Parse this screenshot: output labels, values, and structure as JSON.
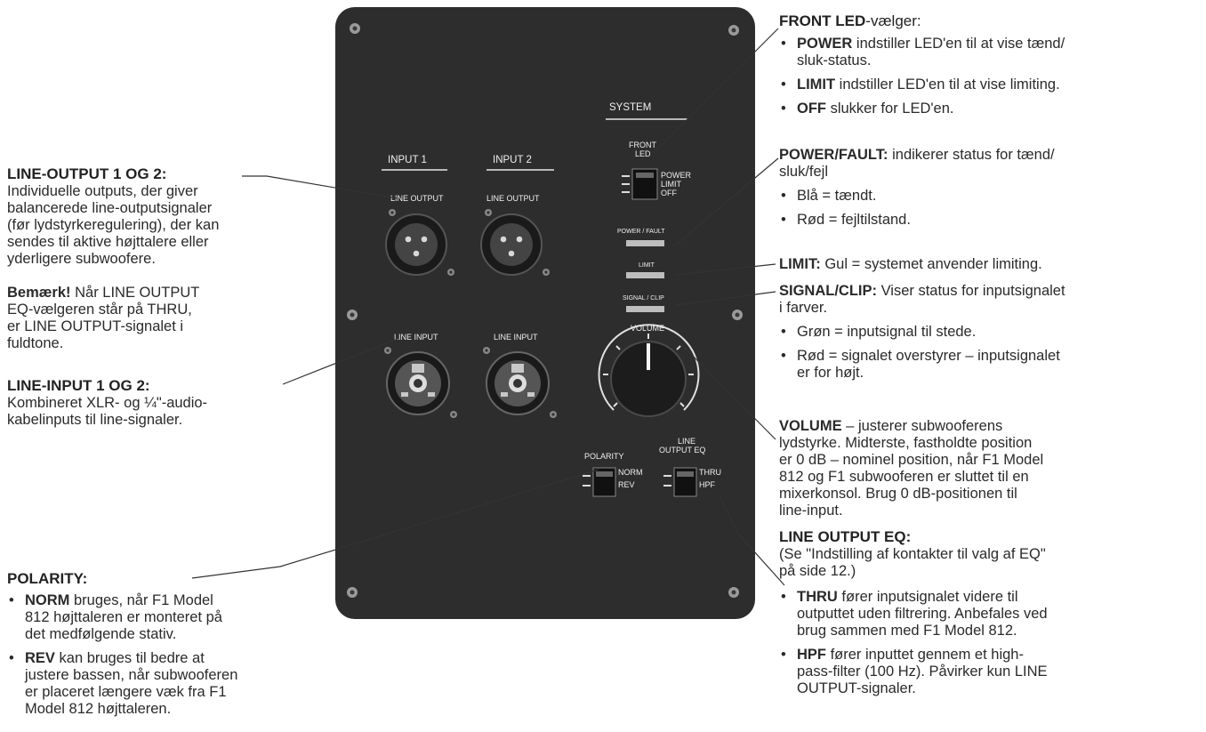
{
  "panel": {
    "system_label": "SYSTEM",
    "input1_label": "INPUT 1",
    "input2_label": "INPUT 2",
    "line_output_label_1": "LINE OUTPUT",
    "line_output_label_2": "LINE OUTPUT",
    "line_input_label_1": "LINE INPUT",
    "line_input_label_2": "LINE INPUT",
    "front_led_label_1": "FRONT",
    "front_led_label_2": "LED",
    "front_led_options": [
      "POWER",
      "LIMIT",
      "OFF"
    ],
    "power_fault_label": "POWER / FAULT",
    "limit_label": "LIMIT",
    "signal_clip_label": "SIGNAL / CLIP",
    "volume_label": "VOLUME",
    "polarity_label": "POLARITY",
    "polarity_options": [
      "NORM",
      "REV"
    ],
    "line_output_eq_label_1": "LINE",
    "line_output_eq_label_2": "OUTPUT EQ",
    "line_output_eq_options": [
      "THRU",
      "HPF"
    ]
  },
  "left": {
    "line_output": {
      "title": "LINE-OUTPUT 1 OG 2:",
      "body": [
        "Individuelle outputs, der giver",
        "balancerede line-outputsignaler",
        "(før lydstyrkeregulering), der kan",
        "sendes til aktive højttalere eller",
        "yderligere subwoofere."
      ]
    },
    "note": {
      "bold": "Bemærk!",
      "lines": [
        " Når LINE OUTPUT",
        "EQ-vælgeren står på THRU,",
        "er LINE OUTPUT-signalet i",
        "fuldtone."
      ]
    },
    "line_input": {
      "title": "LINE-INPUT 1 OG 2:",
      "body": [
        "Kombineret XLR- og ¼\"-audio-",
        "kabelinputs til line-signaler."
      ]
    },
    "polarity": {
      "title": "POLARITY:",
      "b1_bold": "NORM",
      "b1_lines": [
        " bruges, når F1 Model",
        "812 højttaleren er monteret på",
        "det medfølgende stativ."
      ],
      "b2_bold": "REV",
      "b2_lines": [
        " kan bruges til bedre at",
        "justere bassen, når subwooferen",
        "er placeret længere væk fra F1",
        "Model 812 højttaleren."
      ]
    }
  },
  "right": {
    "front_led": {
      "title_bold": "FRONT LED",
      "title_rest": "-vælger:",
      "b1_bold": "POWER",
      "b1_lines": [
        " indstiller LED'en til at vise tænd/",
        "sluk-status."
      ],
      "b2_bold": "LIMIT",
      "b2_rest": " indstiller LED'en til at vise limiting.",
      "b3_bold": "OFF",
      "b3_rest": " slukker for LED'en."
    },
    "power_fault": {
      "title_bold": "POWER/FAULT:",
      "lines": [
        " indikerer status for tænd/",
        "sluk/fejl"
      ],
      "b1": "Blå = tændt.",
      "b2": "Rød = fejltilstand."
    },
    "limit": {
      "title_bold": "LIMIT:",
      "rest": " Gul = systemet anvender limiting."
    },
    "signal_clip": {
      "title_bold": "SIGNAL/CLIP:",
      "lines": [
        " Viser status for inputsignalet",
        "i farver."
      ],
      "b1": "Grøn = inputsignal til stede.",
      "b2_lines": [
        "Rød = signalet overstyrer – inputsignalet",
        "er for højt."
      ]
    },
    "volume": {
      "title_bold": "VOLUME",
      "lines": [
        " – justerer subwooferens",
        " lydstyrke. Midterste, fastholdte position",
        "er 0 dB – nominel position, når F1  Model",
        "812 og F1 subwooferen er sluttet til en",
        " mixerkonsol. Brug 0 dB-positionen til",
        "line-input."
      ]
    },
    "line_output_eq": {
      "title": "LINE OUTPUT EQ:",
      "lines": [
        "(Se \"Indstilling af kontakter til valg af EQ\"",
        "på side 12.)"
      ],
      "b1_bold": "THRU",
      "b1_lines": [
        " fører inputsignalet videre til",
        " outputtet uden filtrering. Anbefales ved",
        "brug sammen med F1 Model 812."
      ],
      "b2_bold": "HPF",
      "b2_lines": [
        " fører inputtet gennem et high-",
        "pass-filter (100 Hz). Påvirker kun LINE",
        "OUTPUT-signaler."
      ]
    }
  },
  "colors": {
    "panel": "#2d2d2d",
    "panel_text": "#f0f0f0",
    "text": "#2a2a2a"
  }
}
